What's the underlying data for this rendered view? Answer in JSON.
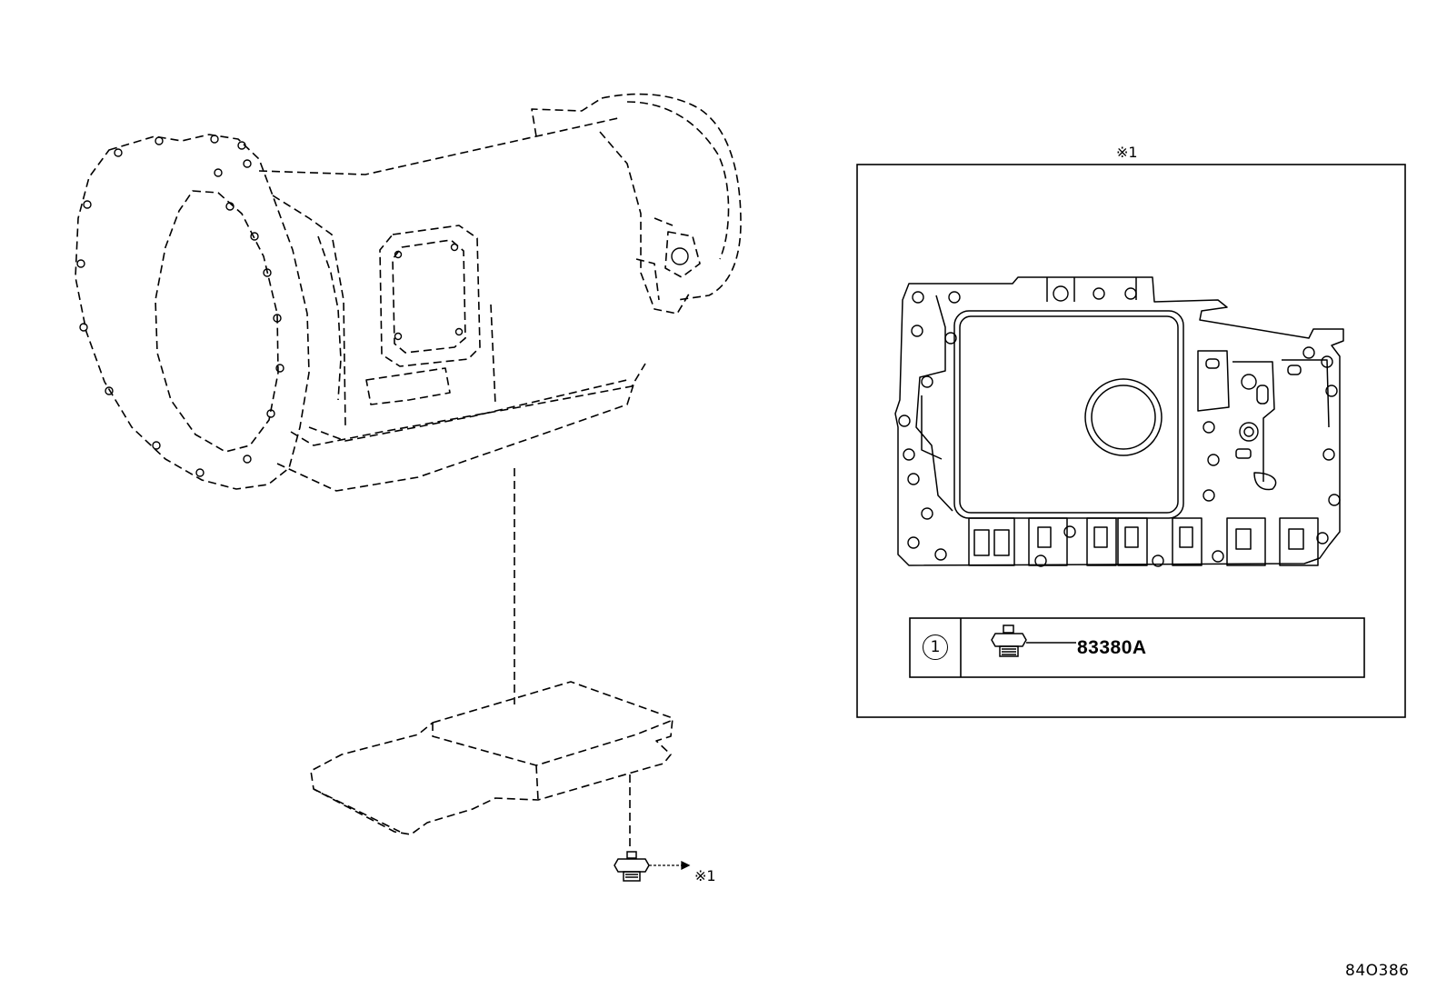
{
  "labels": {
    "callout_near_plug": "※1",
    "box_header": "※1"
  },
  "legend": {
    "index_number": "1",
    "part_number": "83380A"
  },
  "diagram_reference": "84O386"
}
